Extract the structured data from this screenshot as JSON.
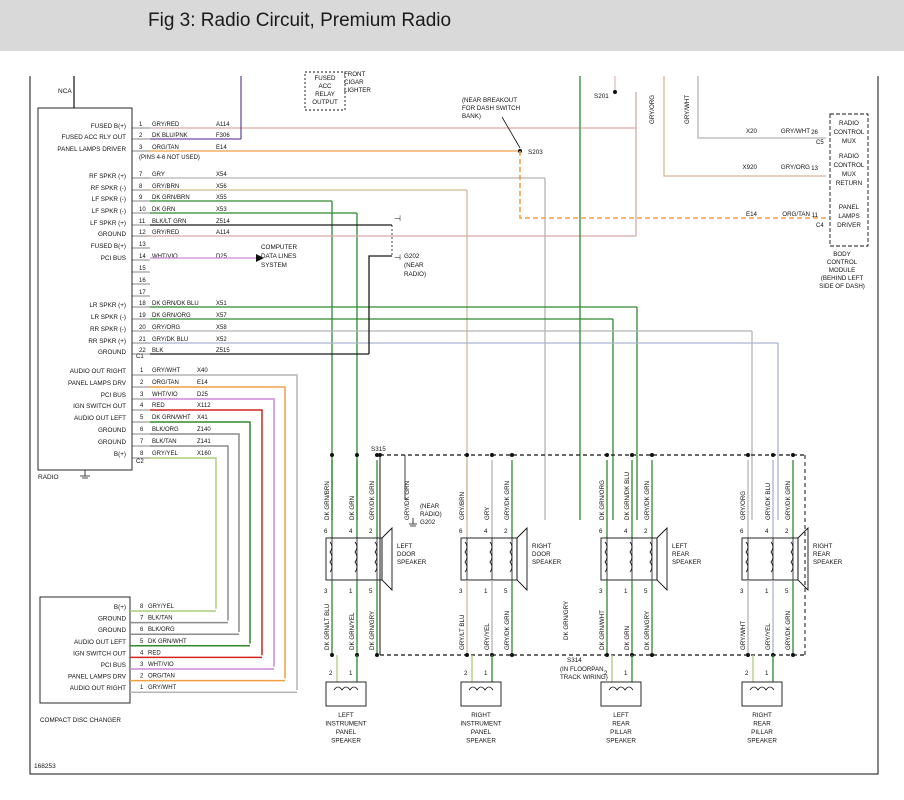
{
  "header": {
    "title": "Fig 3: Radio Circuit, Premium Radio"
  },
  "colors": {
    "red": "#d4241f",
    "pink": "#d6a9a9",
    "purple": "#6f4ba0",
    "orange": "#f0a043",
    "orange_dash": "#f0a043",
    "gray": "#b4b4b4",
    "tan": "#d4b892",
    "green": "#2e8a2e",
    "light_green": "#a9cf7a",
    "violet": "#cc8ad6",
    "dark_gray": "#8c8c8c",
    "black": "#1a1a1a",
    "lightblue": "#a9b4d1",
    "grid": "#111111"
  },
  "top_labels": {
    "nca": "NCA",
    "fused_acc_relay_output": [
      "FUSED",
      "ACC",
      "RELAY",
      "OUTPUT"
    ],
    "front_cigar_lighter": [
      "FRONT",
      "CIGAR",
      "LIGHTER"
    ],
    "breakout_note": [
      "(NEAR BREAKOUT",
      "FOR DASH SWITCH",
      "BANK)"
    ],
    "s201": "S201",
    "s203": "S203",
    "gry_org_vertical": "GRY/ORG",
    "gry_wht_vertical": "GRY/WHT"
  },
  "radio": {
    "name": "RADIO",
    "c1": "C1",
    "c2": "C2",
    "pins_note": "(PINS 4-6 NOT USED)",
    "c1_pins": [
      {
        "label": "FUSED B(+)",
        "pin": "1",
        "color": "GRY/RED",
        "circuit": "A114"
      },
      {
        "label": "FUSED ACC RLY OUT",
        "pin": "2",
        "color": "DK BLU/PNK",
        "circuit": "F306"
      },
      {
        "label": "PANEL LAMPS DRIVER",
        "pin": "3",
        "color": "ORG/TAN",
        "circuit": "E14"
      },
      {
        "label": "RF SPKR (+)",
        "pin": "7",
        "color": "GRY",
        "circuit": "X54"
      },
      {
        "label": "RF SPKR (-)",
        "pin": "8",
        "color": "GRY/BRN",
        "circuit": "X56"
      },
      {
        "label": "LF SPKR (-)",
        "pin": "9",
        "color": "DK GRN/BRN",
        "circuit": "X55"
      },
      {
        "label": "LF SPKR (-)",
        "pin": "10",
        "color": "DK GRN",
        "circuit": "X53"
      },
      {
        "label": "LF SPKR (+)",
        "pin": "11",
        "color": "BLK/LT GRN",
        "circuit": "Z514"
      },
      {
        "label": "GROUND",
        "pin": "12",
        "color": "GRY/RED",
        "circuit": "A114"
      },
      {
        "label": "FUSED B(+)",
        "pin": "13",
        "color": "",
        "circuit": ""
      },
      {
        "label": "PCI BUS",
        "pin": "14",
        "color": "WHT/VIO",
        "circuit": "D25"
      },
      {
        "label": "",
        "pin": "15",
        "color": "",
        "circuit": ""
      },
      {
        "label": "",
        "pin": "16",
        "color": "",
        "circuit": ""
      },
      {
        "label": "",
        "pin": "17",
        "color": "",
        "circuit": ""
      },
      {
        "label": "LR SPKR (+)",
        "pin": "18",
        "color": "DK GRN/DK BLU",
        "circuit": "X51"
      },
      {
        "label": "LR SPKR (-)",
        "pin": "19",
        "color": "DK GRN/ORG",
        "circuit": "X57"
      },
      {
        "label": "RR SPKR (-)",
        "pin": "20",
        "color": "GRY/ORG",
        "circuit": "X58"
      },
      {
        "label": "RR SPKR (+)",
        "pin": "21",
        "color": "GRY/DK BLU",
        "circuit": "X52"
      },
      {
        "label": "GROUND",
        "pin": "22",
        "color": "BLK",
        "circuit": "Z515"
      }
    ],
    "c2_pins": [
      {
        "label": "AUDIO OUT RIGHT",
        "pin": "1",
        "color": "GRY/WHT",
        "circuit": "X40"
      },
      {
        "label": "PANEL LAMPS DRV",
        "pin": "2",
        "color": "ORG/TAN",
        "circuit": "E14"
      },
      {
        "label": "PCI BUS",
        "pin": "3",
        "color": "WHT/VIO",
        "circuit": "D25"
      },
      {
        "label": "IGN SWITCH OUT",
        "pin": "4",
        "color": "RED",
        "circuit": "X112"
      },
      {
        "label": "AUDIO OUT LEFT",
        "pin": "5",
        "color": "DK GRN/WHT",
        "circuit": "X41"
      },
      {
        "label": "GROUND",
        "pin": "6",
        "color": "BLK/ORG",
        "circuit": "Z140"
      },
      {
        "label": "GROUND",
        "pin": "7",
        "color": "BLK/TAN",
        "circuit": "Z141"
      },
      {
        "label": "B(+)",
        "pin": "8",
        "color": "GRY/YEL",
        "circuit": "X160"
      }
    ]
  },
  "computer_data": [
    "COMPUTER",
    "DATA LINES",
    "SYSTEM"
  ],
  "g202": {
    "label": "G202",
    "note": [
      "(NEAR",
      "RADIO)"
    ]
  },
  "bcm": {
    "sections": [
      {
        "pin": "26",
        "conn": "C5",
        "color": "GRY/WHT",
        "circuit": "X20",
        "lines": [
          "RADIO",
          "CONTROL",
          "MUX"
        ]
      },
      {
        "pin": "13",
        "conn": "",
        "color": "GRY/ORG",
        "circuit": "X920",
        "lines": [
          "RADIO",
          "CONTROL",
          "MUX",
          "RETURN"
        ]
      },
      {
        "pin": "11",
        "conn": "C4",
        "color": "ORG/TAN",
        "circuit": "E14",
        "lines": [
          "PANEL",
          "LAMPS",
          "DRIVER"
        ]
      }
    ],
    "caption": [
      "BODY",
      "CONTROL",
      "MODULE",
      "(BEHIND LEFT",
      "SIDE OF DASH)"
    ]
  },
  "splices": {
    "s315": "S315",
    "s314": "S314",
    "s314_note": [
      "(IN FLOORPAN",
      "TRACK WIRING)"
    ]
  },
  "g202_lower": {
    "label": "G202",
    "note": [
      "(NEAR",
      "RADIO)"
    ]
  },
  "door_speakers": [
    {
      "name": [
        "LEFT",
        "DOOR",
        "SPEAKER"
      ],
      "top_wires": [
        "DK GRN/BRN",
        "DK GRN",
        "GRY/DK GRN"
      ],
      "top_pins": [
        "6",
        "4",
        "2"
      ],
      "bot_pins": [
        "3",
        "1",
        "5"
      ],
      "bot_wires": [
        "DK GRN/LT BLU",
        "DK GRN/YEL",
        "DK GRN/GRY"
      ],
      "extra_top": "GRY/DK GRN"
    },
    {
      "name": [
        "RIGHT",
        "DOOR",
        "SPEAKER"
      ],
      "top_wires": [
        "GRY/BRN",
        "GRY",
        "GRY/DK GRN"
      ],
      "top_pins": [
        "6",
        "4",
        "2"
      ],
      "bot_pins": [
        "3",
        "1",
        "5"
      ],
      "bot_wires": [
        "GRY/LT BLU",
        "GRY/YEL",
        "GRY/DK GRN"
      ]
    },
    {
      "name": [
        "LEFT",
        "REAR",
        "SPEAKER"
      ],
      "top_wires": [
        "DK GRN/ORG",
        "DK GRN/DK BLU",
        "GRY/DK GRN"
      ],
      "top_pins": [
        "6",
        "4",
        "2"
      ],
      "bot_pins": [
        "3",
        "1",
        "5"
      ],
      "bot_wires": [
        "DK GRN/WHT",
        "DK GRN",
        "DK GRN/GRY"
      ]
    },
    {
      "name": [
        "RIGHT",
        "REAR",
        "SPEAKER"
      ],
      "top_wires": [
        "GRY/ORG",
        "GRY/DK BLU",
        "GRY/DK GRN"
      ],
      "top_pins": [
        "6",
        "4",
        "2"
      ],
      "bot_pins": [
        "3",
        "1",
        "5"
      ],
      "bot_wires": [
        "GRY/WHT",
        "GRY/YEL",
        "GRY/DK GRN"
      ]
    }
  ],
  "s314_wire": "DK GRN/GRY",
  "lower_speakers": [
    {
      "name": [
        "LEFT",
        "INSTRUMENT",
        "PANEL",
        "SPEAKER"
      ],
      "pins": [
        "2",
        "1"
      ]
    },
    {
      "name": [
        "RIGHT",
        "INSTRUMENT",
        "PANEL",
        "SPEAKER"
      ],
      "pins": [
        "2",
        "1"
      ]
    },
    {
      "name": [
        "LEFT",
        "REAR",
        "PILLAR",
        "SPEAKER"
      ],
      "pins": [
        "2",
        "1"
      ]
    },
    {
      "name": [
        "RIGHT",
        "REAR",
        "PILLAR",
        "SPEAKER"
      ],
      "pins": [
        "2",
        "1"
      ]
    }
  ],
  "cd_changer": {
    "name": "COMPACT DISC CHANGER",
    "pins": [
      {
        "label": "B(+)",
        "pin": "8",
        "color": "GRY/YEL"
      },
      {
        "label": "GROUND",
        "pin": "7",
        "color": "BLK/TAN"
      },
      {
        "label": "GROUND",
        "pin": "6",
        "color": "BLK/ORG"
      },
      {
        "label": "AUDIO OUT LEFT",
        "pin": "5",
        "color": "DK GRN/WHT"
      },
      {
        "label": "IGN SWITCH OUT",
        "pin": "4",
        "color": "RED"
      },
      {
        "label": "PCI BUS",
        "pin": "3",
        "color": "WHT/VIO"
      },
      {
        "label": "PANEL LAMPS DRV",
        "pin": "2",
        "color": "ORG/TAN"
      },
      {
        "label": "AUDIO OUT RIGHT",
        "pin": "1",
        "color": "GRY/WHT"
      }
    ]
  },
  "figure_id": "168253"
}
